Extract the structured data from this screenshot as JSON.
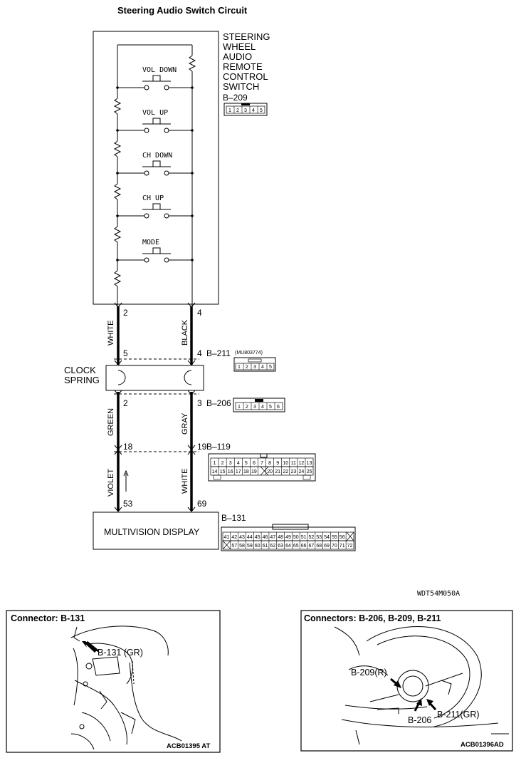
{
  "title": "Steering Audio Switch Circuit",
  "switch_unit": {
    "label_lines": [
      "STEERING",
      "WHEEL",
      "AUDIO",
      "REMOTE",
      "CONTROL",
      "SWITCH"
    ],
    "connector": "B–209",
    "connector_pins": [
      "1",
      "2",
      "3",
      "4",
      "5"
    ],
    "switches": [
      "VOL DOWN",
      "VOL UP",
      "CH DOWN",
      "CH UP",
      "MODE"
    ]
  },
  "pins": {
    "left_top": "2",
    "right_top": "4",
    "left_cs_in": "5",
    "right_cs_in": "4",
    "left_cs_out": "2",
    "right_cs_out": "3",
    "left_j": "18",
    "right_j": "19",
    "left_bottom": "53",
    "right_bottom": "69"
  },
  "wires": {
    "left_1": "WHITE",
    "right_1": "BLACK",
    "left_2": "GREEN",
    "right_2": "GRAY",
    "left_3": "VIOLET",
    "right_3": "WHITE"
  },
  "clock_spring": {
    "label_lines": [
      "CLOCK",
      "SPRING"
    ],
    "connector_in": "B–211",
    "connector_in_part": "(MU803774)",
    "connector_in_pins": [
      "1",
      "2",
      "3",
      "4",
      "5"
    ],
    "connector_out": "B–206",
    "connector_out_pins": [
      "1",
      "2",
      "3",
      "4",
      "5",
      "6"
    ]
  },
  "junction": {
    "connector": "B–119",
    "row1": [
      "1",
      "2",
      "3",
      "4",
      "5",
      "6",
      "7",
      "8",
      "9",
      "10",
      "11",
      "12",
      "13"
    ],
    "row2": [
      "14",
      "15",
      "16",
      "17",
      "18",
      "19",
      "",
      "20",
      "21",
      "22",
      "23",
      "24",
      "25"
    ]
  },
  "display": {
    "label": "MULTIVISION DISPLAY",
    "connector": "B–131",
    "row1": [
      "41",
      "42",
      "43",
      "44",
      "45",
      "46",
      "47",
      "48",
      "49",
      "50",
      "51",
      "52",
      "53",
      "54",
      "55",
      "56",
      ""
    ],
    "row2": [
      "",
      "57",
      "58",
      "59",
      "60",
      "61",
      "62",
      "63",
      "64",
      "65",
      "66",
      "67",
      "68",
      "69",
      "70",
      "71",
      "72"
    ]
  },
  "figure_code": "WDT54M050A",
  "panel_left": {
    "title": "Connector: B-131",
    "callout": "B-131 (GR)",
    "code": "ACB01395 AT"
  },
  "panel_right": {
    "title": "Connectors: B-206, B-209, B-211",
    "callout_209": "B-209(R)",
    "callout_206": "B-206",
    "callout_211": "B-211(GR)",
    "code": "ACB01396AD"
  }
}
